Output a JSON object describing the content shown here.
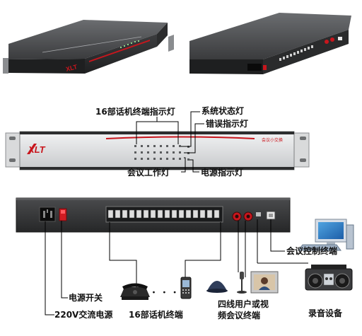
{
  "front_panel": {
    "brand_logo": "XLT",
    "brand_sub": "",
    "device_text": "会议小交换"
  },
  "callouts": {
    "phone_terminal_leds": "16部话机终端指示灯",
    "system_status_led": "系统状态灯",
    "error_led": "错误指示灯",
    "conference_work_led": "会议工作灯",
    "power_led": "电源指示灯"
  },
  "back_labels": {
    "power_switch": "电源开关",
    "ac_power": "220V交流电源",
    "phone_terminals": "16部话机终端",
    "two_wire_line1": "四线用户或视",
    "two_wire_line2": "频会议终端",
    "conference_control": "会议控制终端",
    "recording": "录音设备",
    "ellipsis": "・ ・ ・"
  },
  "colors": {
    "chassis_dark": "#2b2b2b",
    "chassis_front": "#d9dadb",
    "accent_red": "#c8161d",
    "line": "#000000"
  }
}
